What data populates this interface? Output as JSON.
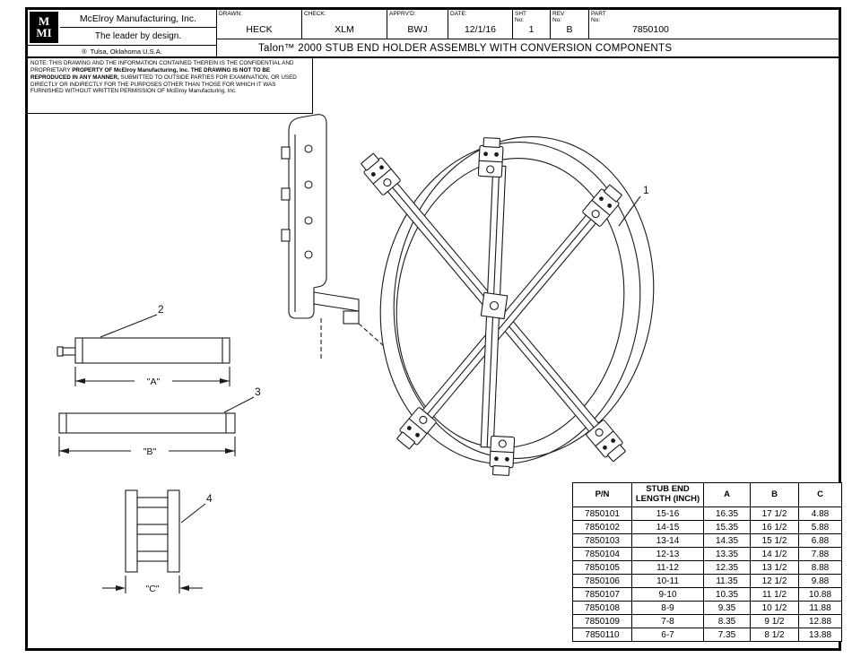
{
  "title_block": {
    "logo": [
      "M",
      "MI"
    ],
    "company": "McElroy Manufacturing, Inc.",
    "tagline": "The leader by design.",
    "reg_mark": "®",
    "location": "Tulsa, Oklahoma U.S.A.",
    "fields": [
      {
        "label": "DRAWN:",
        "value": "HECK"
      },
      {
        "label": "CHECK:",
        "value": "XLM"
      },
      {
        "label": "APPRV'D:",
        "value": "BWJ"
      },
      {
        "label": "DATE:",
        "value": "12/1/16"
      },
      {
        "label": "SHT\nNo:",
        "value": "1"
      },
      {
        "label": "REV\nNo:",
        "value": "B"
      },
      {
        "label": "PART\nNo:",
        "value": "7850100"
      }
    ],
    "drawing_title": "Talon™ 2000 STUB END HOLDER ASSEMBLY WITH CONVERSION COMPONENTS"
  },
  "note": {
    "line1": "NOTE: THIS DRAWING AND THE INFORMATION CONTAINED THEREIN IS THE CONFIDENTIAL AND PROPRIETARY",
    "bold": "PROPERTY OF McElroy Manufacturing, Inc. THE DRAWING IS NOT TO BE REPRODUCED IN ANY MANNER,",
    "rest": "SUBMITTED TO OUTSIDE PARTIES FOR EXAMINATION, OR USED DIRECTLY OR INDIRECTLY FOR THE PURPOSES OTHER THAN THOSE FOR WHICH IT WAS FURNISHED WITHOUT WRITTEN PERMISSION OF McElroy Manufacturing, Inc."
  },
  "drawing": {
    "callouts": [
      "1",
      "2",
      "3",
      "4"
    ],
    "dims": {
      "a": "\"A\"",
      "b": "\"B\"",
      "c": "\"C\""
    }
  },
  "parts_table": {
    "columns": [
      "P/N",
      "STUB END\nLENGTH (INCH)",
      "A",
      "B",
      "C"
    ],
    "rows": [
      [
        "7850101",
        "15-16",
        "16.35",
        "17 1/2",
        "4.88"
      ],
      [
        "7850102",
        "14-15",
        "15.35",
        "16 1/2",
        "5.88"
      ],
      [
        "7850103",
        "13-14",
        "14.35",
        "15 1/2",
        "6.88"
      ],
      [
        "7850104",
        "12-13",
        "13.35",
        "14 1/2",
        "7.88"
      ],
      [
        "7850105",
        "11-12",
        "12.35",
        "13 1/2",
        "8.88"
      ],
      [
        "7850106",
        "10-11",
        "11.35",
        "12 1/2",
        "9.88"
      ],
      [
        "7850107",
        "9-10",
        "10.35",
        "11 1/2",
        "10.88"
      ],
      [
        "7850108",
        "8-9",
        "9.35",
        "10 1/2",
        "11.88"
      ],
      [
        "7850109",
        "7-8",
        "8.35",
        "9 1/2",
        "12.88"
      ],
      [
        "7850110",
        "6-7",
        "7.35",
        "8 1/2",
        "13.88"
      ]
    ]
  }
}
